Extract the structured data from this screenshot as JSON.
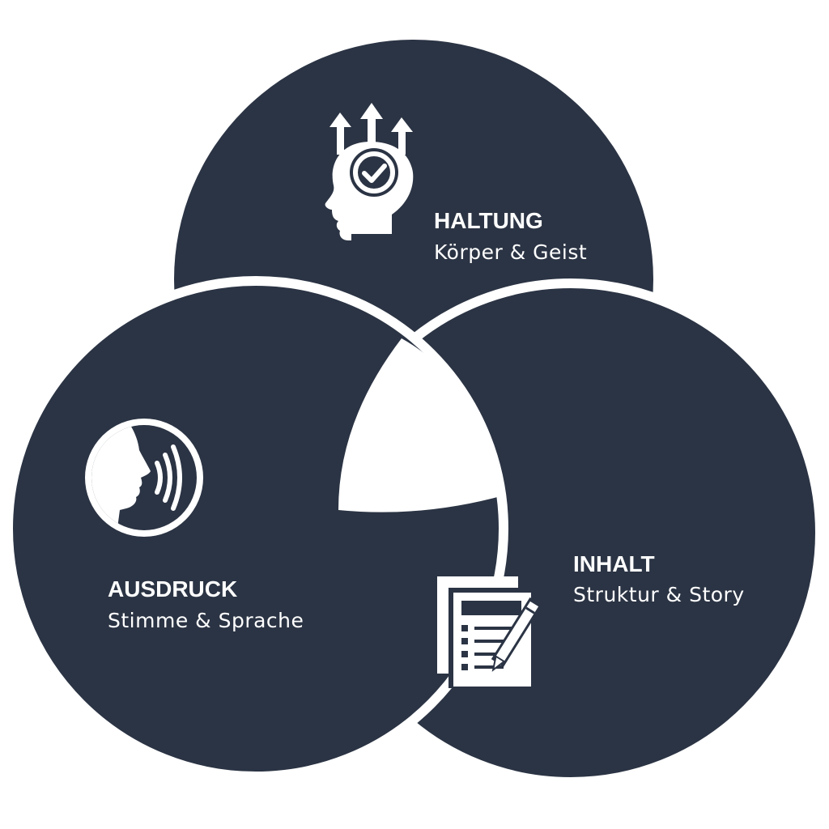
{
  "colors": {
    "circle_fill": "#2b3444",
    "gap": "#ffffff",
    "icon": "#ffffff"
  },
  "circles": [
    {
      "key": "haltung",
      "title": "HALTUNG",
      "subtitle": "Körper & Geist",
      "icon": "head-arrows-check-icon"
    },
    {
      "key": "inhalt",
      "title": "INHALT",
      "subtitle": "Struktur & Story",
      "icon": "document-pen-icon"
    },
    {
      "key": "ausdruck",
      "title": "AUSDRUCK",
      "subtitle": "Stimme & Sprache",
      "icon": "speaking-head-icon"
    }
  ]
}
